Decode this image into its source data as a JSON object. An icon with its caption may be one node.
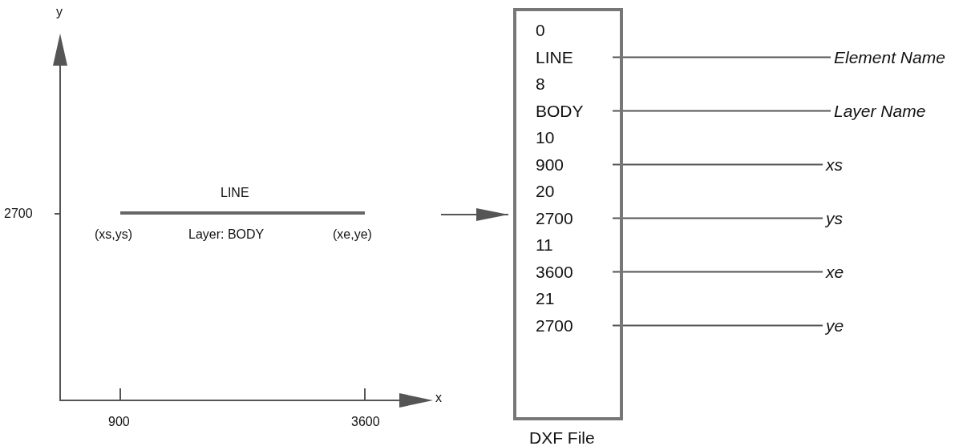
{
  "diagram": {
    "nodes": [
      {
        "text": [],
        "shape": "picture"
      },
      {
        "text": [
          "DXF File"
        ]
      },
      {
        "text": [
          "0"
        ],
        "in": 1
      },
      {
        "text": [
          "LINE"
        ],
        "in": 1
      },
      {
        "text": [
          "8"
        ],
        "in": 1
      },
      {
        "text": [
          "BODY"
        ],
        "in": 1
      },
      {
        "text": [
          "10"
        ],
        "in": 1
      },
      {
        "text": [
          "900"
        ],
        "in": 1
      },
      {
        "text": [
          "20"
        ],
        "in": 1
      },
      {
        "text": [
          "2700"
        ],
        "in": 1
      },
      {
        "text": [
          "11"
        ],
        "in": 1
      },
      {
        "text": [
          "3600"
        ],
        "in": 1
      },
      {
        "text": [
          "21"
        ],
        "in": 1
      },
      {
        "text": [
          "2700"
        ],
        "in": 1
      },
      {
        "text": [
          "Element Name"
        ]
      },
      {
        "text": [
          "Layer Name"
        ]
      },
      {
        "text": [
          "xs"
        ]
      },
      {
        "text": [
          "ys"
        ]
      },
      {
        "text": [
          "xe"
        ]
      },
      {
        "text": [
          "ye"
        ]
      }
    ],
    "edges": [
      {
        "from": 0,
        "to": 1,
        "arrow": "to"
      },
      {
        "from": 14,
        "to": 3,
        "arrow": "none"
      },
      {
        "from": 15,
        "to": 5,
        "arrow": "none"
      },
      {
        "from": 16,
        "to": 7,
        "arrow": "none"
      },
      {
        "from": 17,
        "to": 9,
        "arrow": "none"
      },
      {
        "from": 18,
        "to": 11,
        "arrow": "none"
      },
      {
        "from": 19,
        "to": 13,
        "arrow": "none"
      }
    ],
    "labels": [
      "y",
      "2700",
      "LINE",
      "(xs,ys)",
      "Layer: BODY",
      "(xe,ye)",
      "900",
      "3600",
      "x"
    ]
  }
}
